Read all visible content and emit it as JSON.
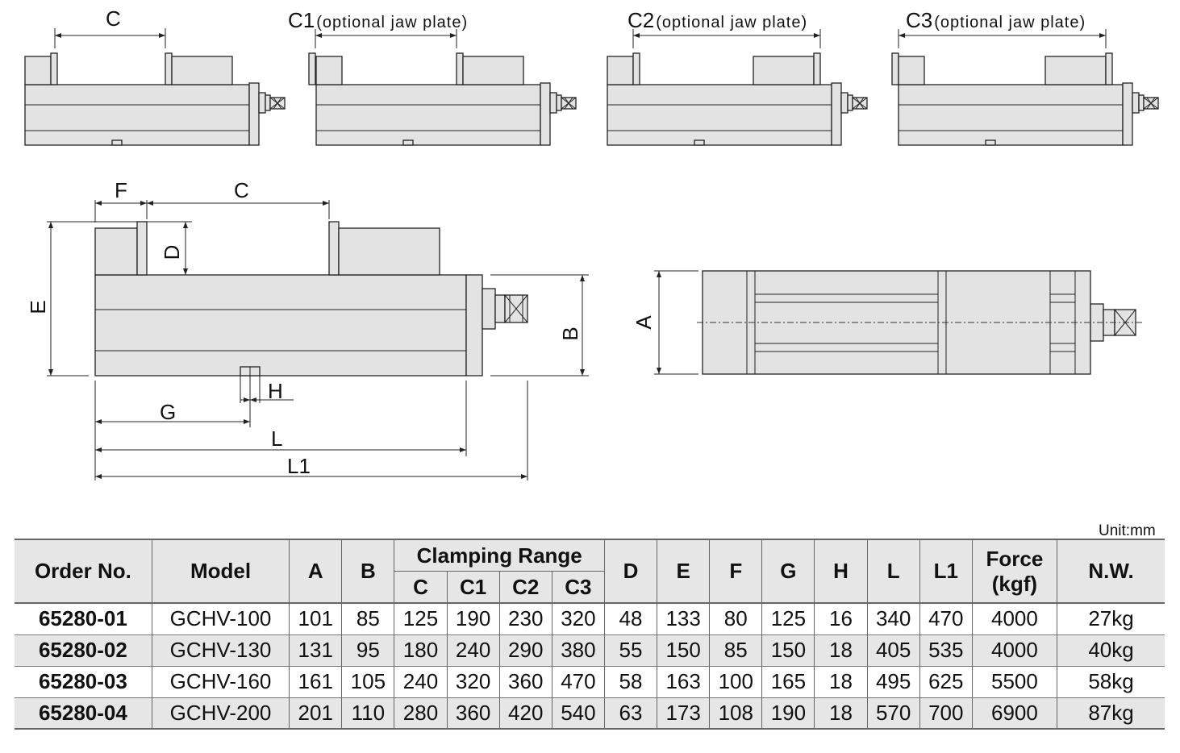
{
  "diagram_labels": {
    "c": "C",
    "c1": "C1",
    "c2": "C2",
    "c3": "C3",
    "optional": "(optional jaw plate)",
    "f": "F",
    "d": "D",
    "e": "E",
    "g": "G",
    "h": "H",
    "l": "L",
    "l1": "L1",
    "b": "B",
    "a": "A"
  },
  "unit": "Unit:mm",
  "table": {
    "headers": {
      "order_no": "Order No.",
      "model": "Model",
      "a": "A",
      "b": "B",
      "clamping_range": "Clamping Range",
      "c": "C",
      "c1": "C1",
      "c2": "C2",
      "c3": "C3",
      "d": "D",
      "e": "E",
      "f": "F",
      "g": "G",
      "h": "H",
      "l": "L",
      "l1": "L1",
      "force_line1": "Force",
      "force_line2": "(kgf)",
      "nw": "N.W."
    },
    "rows": [
      [
        "65280-01",
        "GCHV-100",
        "101",
        "85",
        "125",
        "190",
        "230",
        "320",
        "48",
        "133",
        "80",
        "125",
        "16",
        "340",
        "470",
        "4000",
        "27kg"
      ],
      [
        "65280-02",
        "GCHV-130",
        "131",
        "95",
        "180",
        "240",
        "290",
        "380",
        "55",
        "150",
        "85",
        "150",
        "18",
        "405",
        "535",
        "4000",
        "40kg"
      ],
      [
        "65280-03",
        "GCHV-160",
        "161",
        "105",
        "240",
        "320",
        "360",
        "470",
        "58",
        "163",
        "100",
        "165",
        "18",
        "495",
        "625",
        "5500",
        "58kg"
      ],
      [
        "65280-04",
        "GCHV-200",
        "201",
        "110",
        "280",
        "360",
        "420",
        "540",
        "63",
        "173",
        "108",
        "190",
        "18",
        "570",
        "700",
        "6900",
        "87kg"
      ]
    ]
  }
}
